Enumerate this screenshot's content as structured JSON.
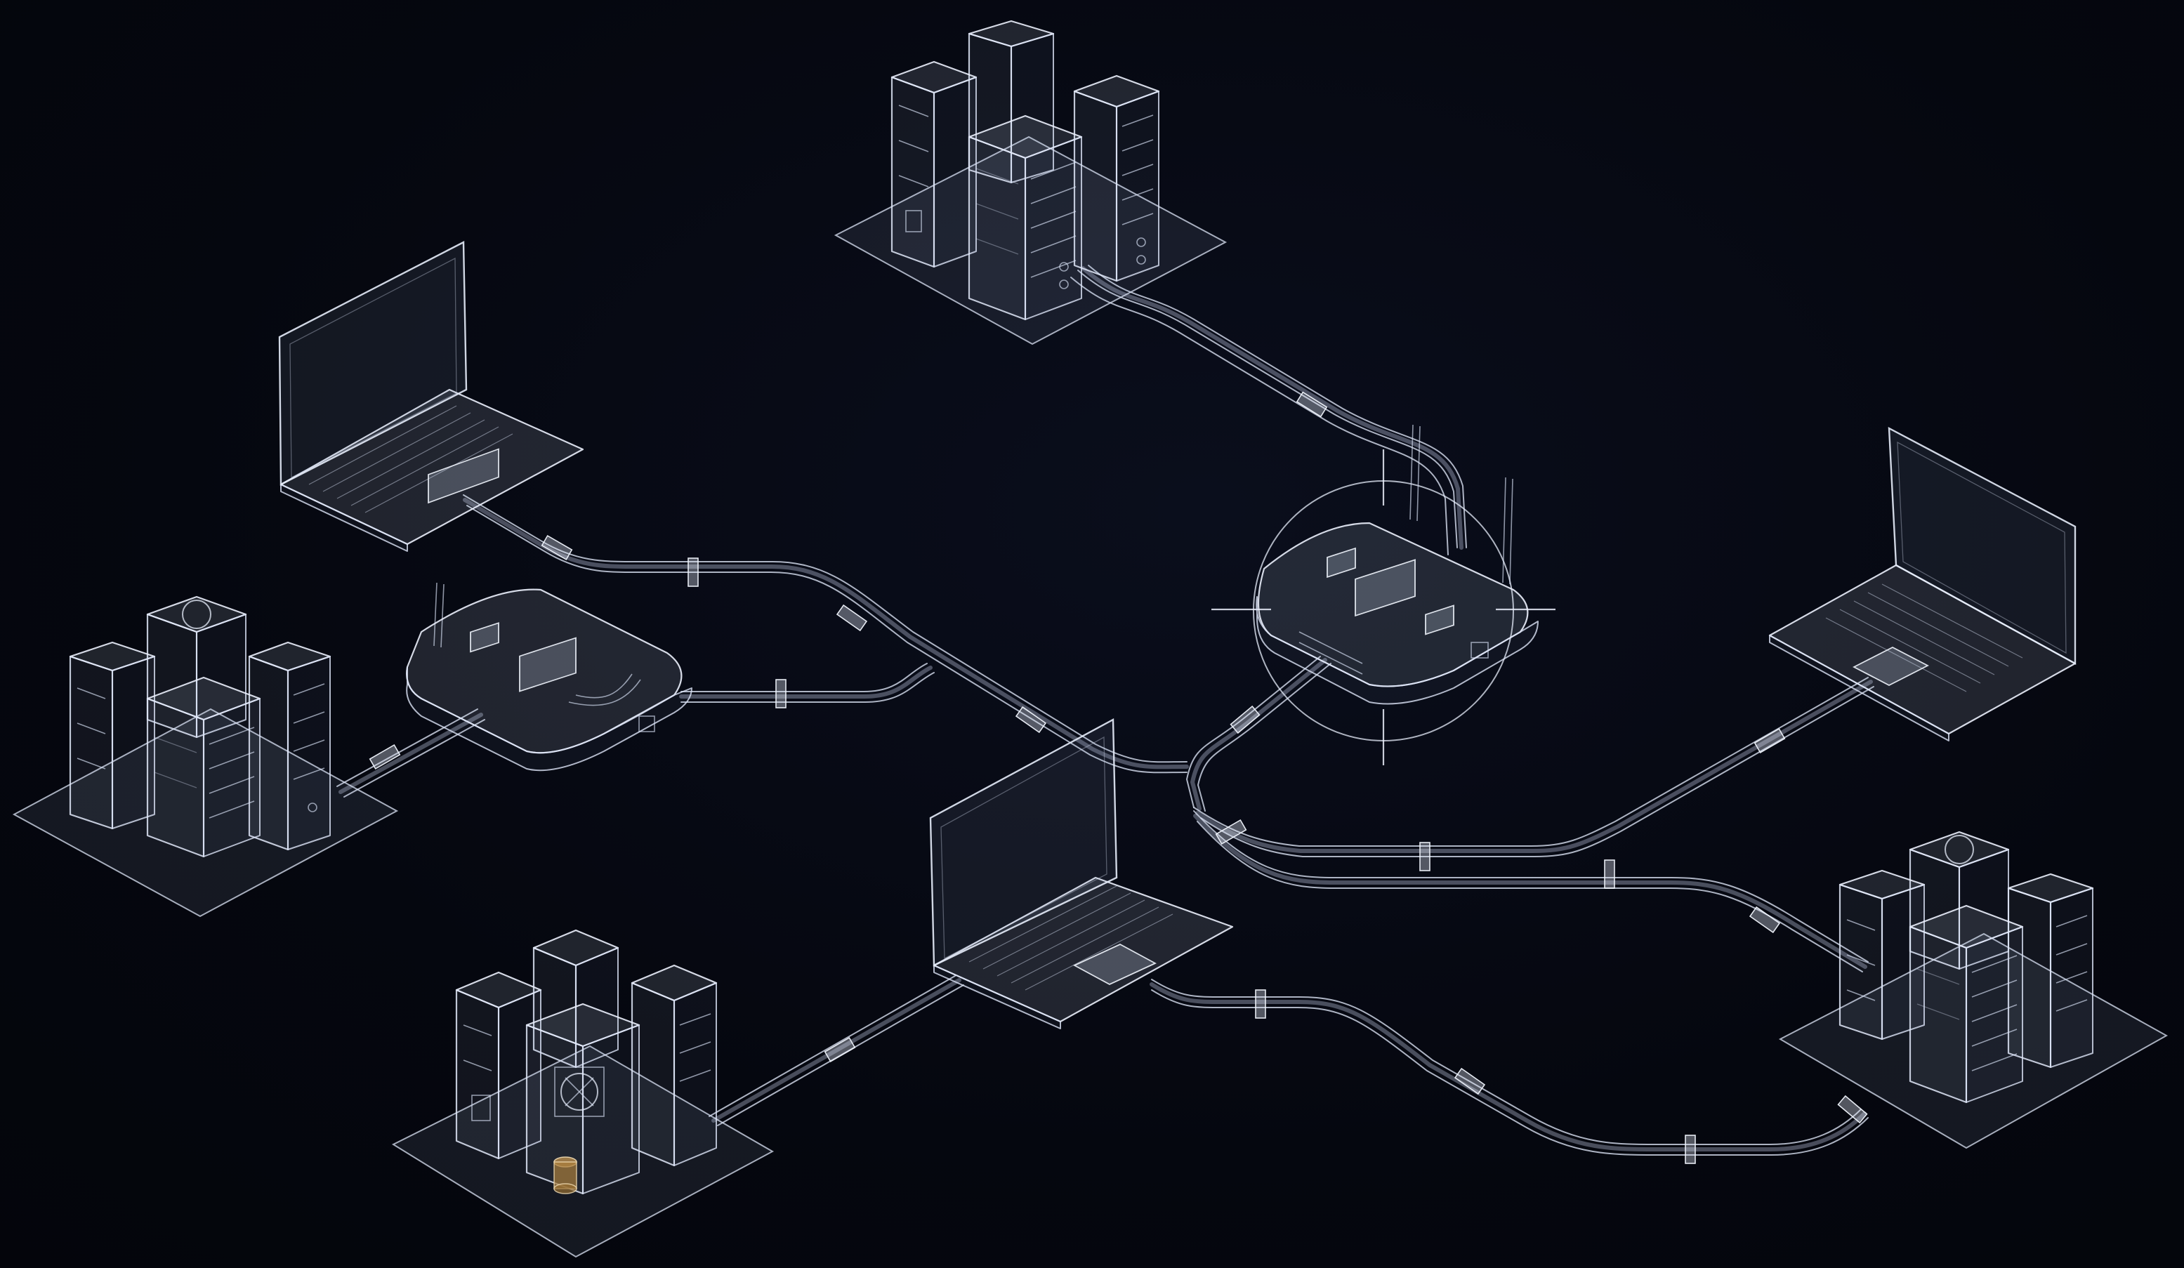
{
  "scene": {
    "background": "#05070f",
    "line_color": "#e1e8f8",
    "nodes": [
      {
        "kind": "server-cluster",
        "label": ""
      },
      {
        "kind": "server-cluster",
        "label": ""
      },
      {
        "kind": "server-cluster",
        "label": ""
      },
      {
        "kind": "server-cluster-cooling",
        "label": ""
      },
      {
        "kind": "laptop",
        "label": ""
      },
      {
        "kind": "laptop",
        "label": ""
      },
      {
        "kind": "laptop",
        "label": ""
      },
      {
        "kind": "router-primary",
        "label": ""
      },
      {
        "kind": "router-secondary",
        "label": ""
      }
    ],
    "router_labels": {
      "primary": "",
      "secondary": ""
    }
  }
}
